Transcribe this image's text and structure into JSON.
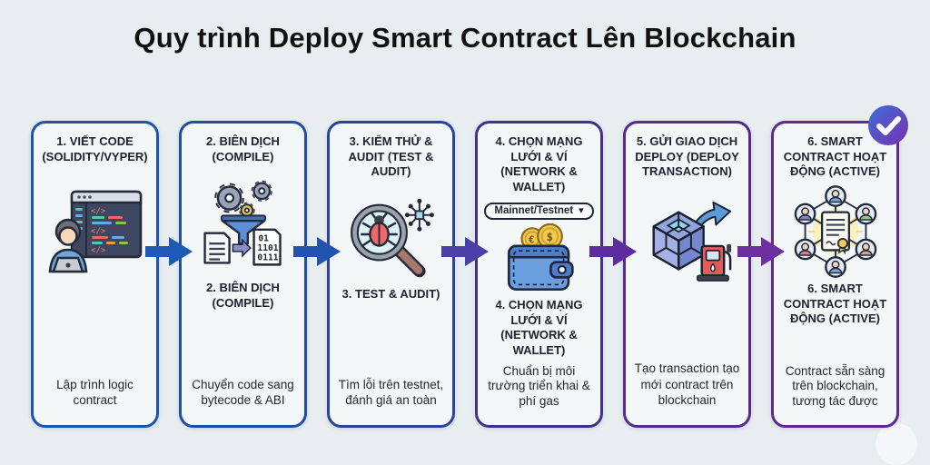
{
  "title": "Quy trình Deploy Smart Contract Lên Blockchain",
  "steps": [
    {
      "heading": "1. VIẾT CODE (SOLIDITY/VYPER)",
      "icon": "developer-coding-icon",
      "description": "Lập trình logic contract"
    },
    {
      "heading": "2. BIÊN DỊCH (COMPILE)",
      "icon": "compile-gears-funnel-icon",
      "subheading": "2. BIÊN DỊCH (COMPILE)",
      "description": "Chuyển code sang bytecode & ABI"
    },
    {
      "heading": "3. KIỂM THỬ & AUDIT (TEST & AUDIT)",
      "icon": "bug-magnifier-icon",
      "subheading": "3. TEST & AUDIT)",
      "description": "Tìm lỗi trên testnet, đánh giá an toàn"
    },
    {
      "heading": "4. CHỌN MẠNG LƯỚI & VÍ (NETWORK & WALLET)",
      "dropdown_value": "Mainnet/Testnet",
      "dropdown_chevron": "▾",
      "icon": "wallet-coins-icon",
      "subheading": "4. CHỌN MẠNG LƯỚI & VÍ (NETWORK & WALLET)",
      "description": "Chuẩn bị môi trường triển khai & phí gas"
    },
    {
      "heading": "5. GỬI GIAO DỊCH DEPLOY (DEPLOY TRANSACTION)",
      "icon": "cube-gas-deploy-icon",
      "description": "Tạo transaction tạo mới contract trên blockchain"
    },
    {
      "heading": "6. SMART CONTRACT HOẠT ĐỘNG (ACTIVE)",
      "icon": "contract-network-icon",
      "badge": "check-icon",
      "subheading": "6. SMART CONTRACT HOẠT ĐỘNG (ACTIVE)",
      "description": "Contract sẵn sàng trên blockchain, tương tác được"
    }
  ],
  "flow_arrows": [
    {
      "color": "#1e5bb7"
    },
    {
      "color": "#2153af"
    },
    {
      "color": "#4a3fa6"
    },
    {
      "color": "#5d2da0"
    },
    {
      "color": "#6d2f9f"
    }
  ],
  "colors": {
    "background": "#e8edef",
    "card_background": "#f4f7f8",
    "card_borders": [
      "#1b56aa",
      "#1d50a4",
      "#2b4399",
      "#43308e",
      "#562b90",
      "#5c2b92"
    ],
    "badge_gradient_start": "#3a6fd8",
    "badge_gradient_end": "#7a2fb0",
    "heading_text": "#1b2330",
    "body_text": "#23272e",
    "title_text": "#111111"
  }
}
